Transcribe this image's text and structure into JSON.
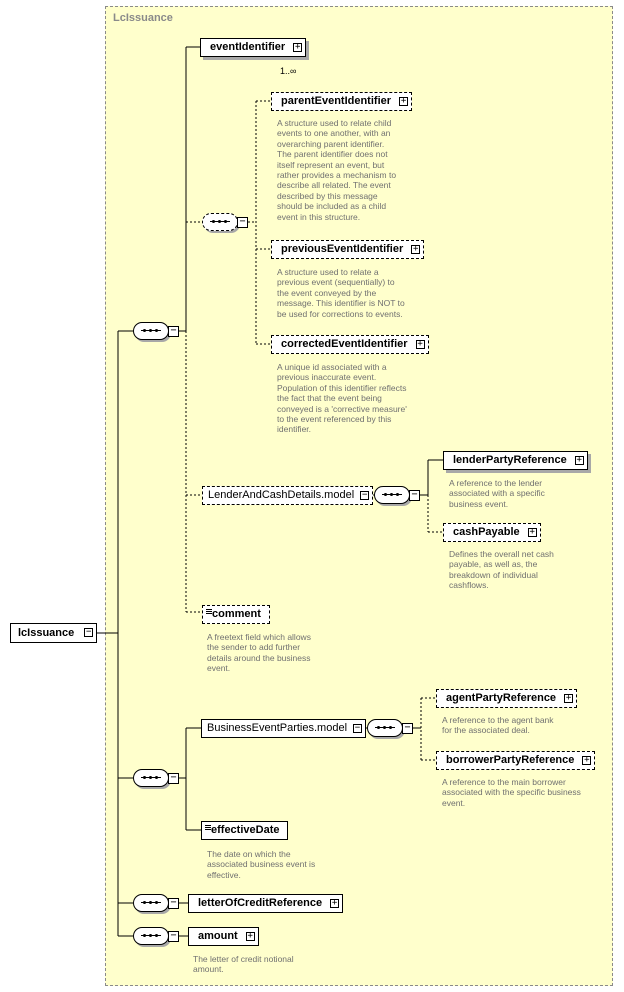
{
  "diagram": {
    "root": "lcIssuance",
    "group_title": "LcIssuance",
    "nodes": {
      "eventIdentifier": "eventIdentifier",
      "eventIdentifier_occ": "1..∞",
      "parentEventIdentifier": "parentEventIdentifier",
      "previousEventIdentifier": "previousEventIdentifier",
      "correctedEventIdentifier": "correctedEventIdentifier",
      "lenderAndCashDetails": "LenderAndCashDetails.model",
      "lenderPartyReference": "lenderPartyReference",
      "cashPayable": "cashPayable",
      "comment": "comment",
      "businessEventParties": "BusinessEventParties.model",
      "agentPartyReference": "agentPartyReference",
      "borrowerPartyReference": "borrowerPartyReference",
      "effectiveDate": "effectiveDate",
      "letterOfCreditReference": "letterOfCreditReference",
      "amount": "amount"
    },
    "docs": {
      "parentEventIdentifier": [
        "A structure used to relate child",
        "events to one another, with an",
        "overarching parent identifier.",
        "The parent identifier does not",
        "itself represent an event, but",
        "rather provides a mechanism to",
        "describe all related. The event",
        "described by this message",
        "should be included as a child",
        "event in this structure."
      ],
      "previousEventIdentifier": [
        "A structure used to relate a",
        "previous event (sequentially) to",
        "the event conveyed by the",
        "message. This identifier is NOT to",
        "be used for corrections to events."
      ],
      "correctedEventIdentifier": [
        "A unique id associated with a",
        "previous inaccurate event.",
        "Population of this identifier reflects",
        "the fact that the event being",
        "conveyed is a 'corrective measure'",
        "to the event referenced by this",
        "identifier."
      ],
      "lenderPartyReference": [
        "A reference to the lender",
        "associated with a specific",
        "business event."
      ],
      "cashPayable": [
        "Defines the overall net cash",
        "payable, as well as, the",
        "breakdown of individual",
        "cashflows."
      ],
      "comment": [
        "A freetext field which allows",
        "the sender to add further",
        "details around the business",
        "event."
      ],
      "agentPartyReference": [
        "A reference to the agent bank",
        "for the associated deal."
      ],
      "borrowerPartyReference": [
        "A reference to the main borrower",
        "associated with the specific business",
        "event."
      ],
      "effectiveDate": [
        "The date on which the",
        "associated business event is",
        "effective."
      ],
      "amount": [
        "The letter of credit notional",
        "amount."
      ]
    },
    "expander_symbols": {
      "plus": "+",
      "minus": "−"
    }
  }
}
